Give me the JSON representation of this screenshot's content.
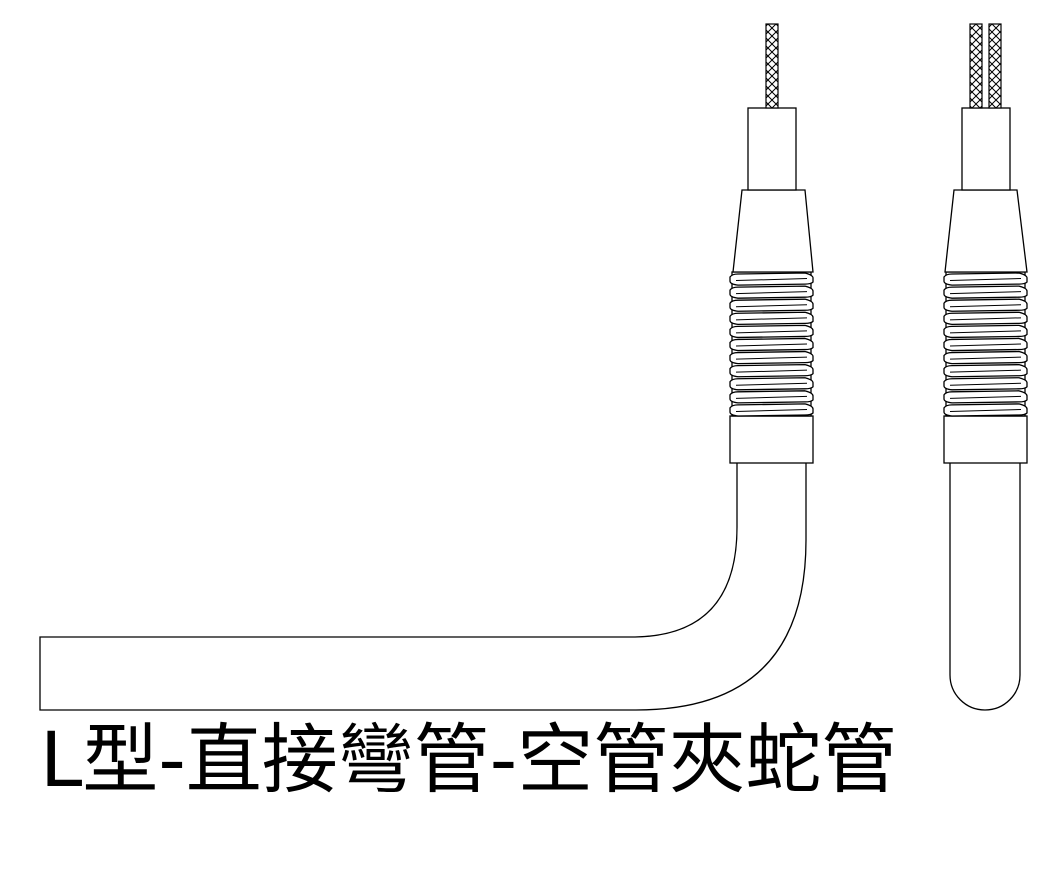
{
  "caption": {
    "text": "L型-直接彎管-空管夾蛇管"
  },
  "colors": {
    "line": "#000000",
    "background": "#ffffff"
  },
  "parts": {
    "left_assembly": {
      "wire_count": 1,
      "spring_coil_count": 11
    },
    "right_assembly": {
      "wire_count": 2,
      "spring_coil_count": 11
    }
  }
}
